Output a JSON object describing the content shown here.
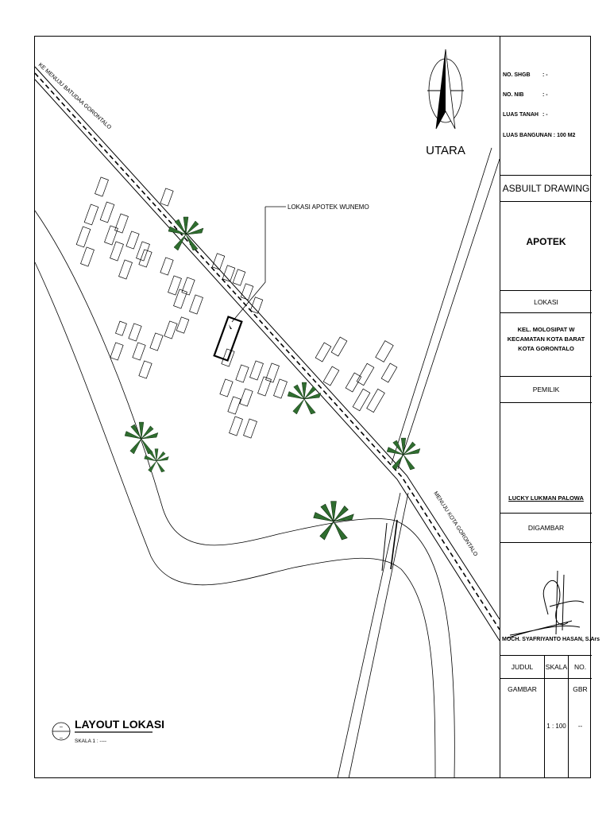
{
  "map": {
    "road_label_left": "KE MENUJU BATUDAA GORONTALO",
    "road_label_right": "MENUJU KOTA GORONTALO",
    "location_label": "LOKASI APOTEK WUNEMO",
    "north_label": "UTARA",
    "north_icon": "north-arrow-icon",
    "tree_icon": "palm-tree-icon"
  },
  "legend": {
    "title": "LAYOUT LOKASI",
    "scale_text": "SKALA 1 : ----",
    "marker_top": "–",
    "marker_bottom": "–"
  },
  "titleblock": {
    "info": [
      {
        "key": "NO. SHGB",
        "value": ": -"
      },
      {
        "key": "NO. NIB",
        "value": ": -"
      },
      {
        "key": "LUAS TANAH",
        "value": ": -"
      },
      {
        "key": "LUAS BANGUNAN",
        "value": ": 100 M2"
      }
    ],
    "drawing_type": "ASBUILT DRAWING",
    "project": "APOTEK",
    "location_header": "LOKASI",
    "location_lines": [
      "KEL. MOLOSIPAT W",
      "KECAMATAN KOTA BARAT",
      "KOTA GORONTALO"
    ],
    "owner_header": "PEMILIK",
    "owner_name": "LUCKY LUKMAN PALOWA",
    "drawn_header": "DIGAMBAR",
    "drawn_by": "MOCH. SYAFRIYANTO HASAN, S.Ars",
    "col_title": "JUDUL GAMBAR",
    "col_scale": "SKALA",
    "col_number": "NO. GBR",
    "scale_value": "1 : 100",
    "number_value": "--"
  }
}
